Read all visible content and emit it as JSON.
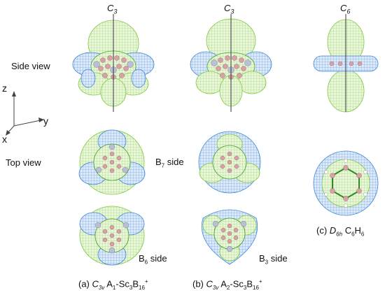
{
  "row_labels": {
    "side_view": "Side view",
    "top_view": "Top view"
  },
  "axes": {
    "z": "z",
    "y": "y",
    "x": "x"
  },
  "symmetry_axes": [
    {
      "main": "C",
      "sub": "3"
    },
    {
      "main": "C",
      "sub": "3"
    },
    {
      "main": "C",
      "sub": "6"
    }
  ],
  "side_labels": {
    "b7": {
      "main": "B",
      "sub": "7",
      "rest": " side"
    },
    "b6": {
      "main": "B",
      "sub": "6",
      "rest": " side"
    },
    "b3": {
      "main": "B",
      "sub": "3",
      "rest": " side"
    }
  },
  "captions": {
    "a": {
      "prefix": "(a) ",
      "sym": "C",
      "symsub": "3v",
      "mid": " A",
      "midsub": "1",
      "formula": "-Sc",
      "n1": "3",
      "b": "B",
      "n2": "16",
      "charge": "+"
    },
    "b": {
      "prefix": "(b) ",
      "sym": "C",
      "symsub": "3v",
      "mid": " A",
      "midsub": "2",
      "formula": "-Sc",
      "n1": "3",
      "b": "B",
      "n2": "16",
      "charge": "+"
    },
    "c": {
      "prefix": "(c) ",
      "sym": "D",
      "symsub": "6h",
      "mid": " C",
      "midsub": "6",
      "formula": "H",
      "n1": "6"
    }
  },
  "colors": {
    "green_lobe": "#7dc93a",
    "blue_lobe": "#3c86d8",
    "atom_pink": "#d9a0a6",
    "axis_line": "#333333"
  }
}
